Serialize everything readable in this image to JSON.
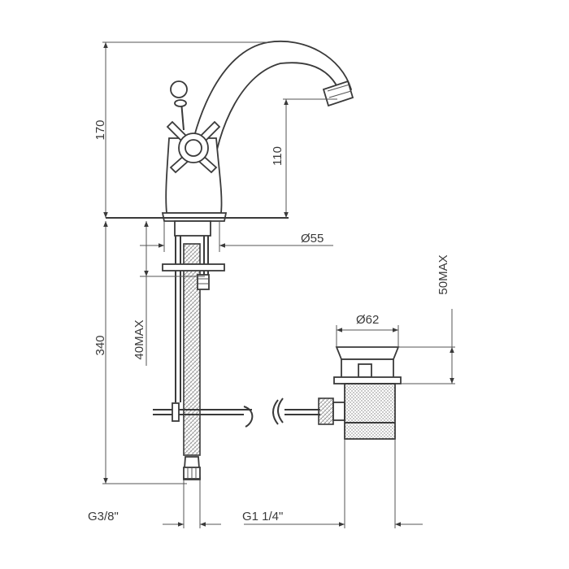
{
  "dimensions": {
    "height_170": "170",
    "height_110": "110",
    "dia_55": "Ø55",
    "height_340": "340",
    "max_40": "40MAX",
    "dia_62": "Ø62",
    "max_50": "50MAX",
    "thread_g38": "G3/8\"",
    "thread_g114": "G1 1/4\""
  },
  "colors": {
    "line": "#3a3a3a",
    "background": "#ffffff",
    "hatch": "#777777"
  }
}
